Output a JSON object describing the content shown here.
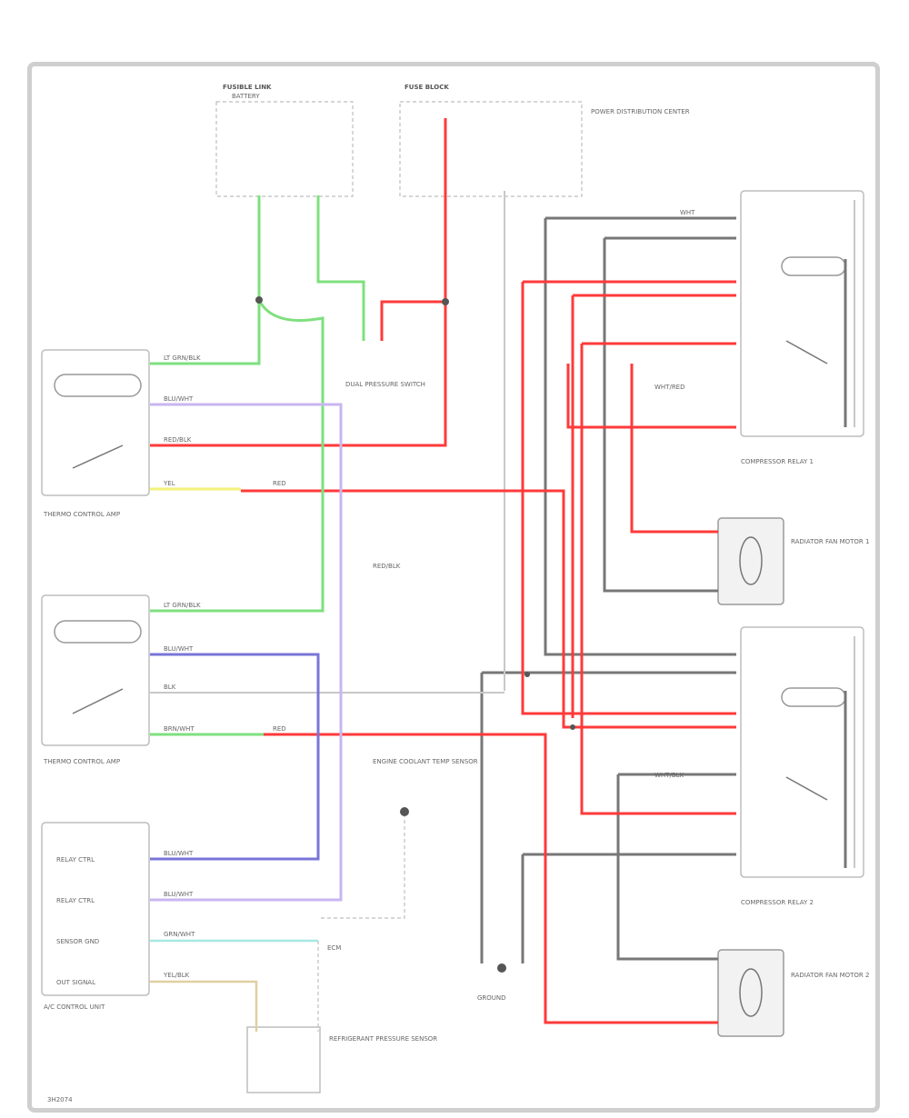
{
  "diagram": {
    "footer_code": "3H2074",
    "labels": {
      "fusible_link": "FUSIBLE LINK",
      "battery": "BATTERY",
      "fuse_block": "FUSE BLOCK",
      "fuse_block_note": "POWER DISTRIBUTION CENTER",
      "dual_pressure_switch": "DUAL PRESSURE SWITCH",
      "compressor_relay_1": "COMPRESSOR RELAY 1",
      "compressor_relay_2": "COMPRESSOR RELAY 2",
      "fan_motor_1": "RADIATOR FAN MOTOR 1",
      "fan_motor_2": "RADIATOR FAN MOTOR 2",
      "thermo_control": "THERMO CONTROL AMP",
      "ac_control": "A/C CONTROL UNIT",
      "ecm": "ECM",
      "coolant_sensor": "ENGINE COOLANT TEMP SENSOR",
      "ground": "GROUND",
      "refrigerant_sensor": "REFRIGERANT PRESSURE SENSOR",
      "pin_relay_ctrl_1": "RELAY CTRL",
      "pin_relay_ctrl_2": "RELAY CTRL",
      "pin_sensor_gnd": "SENSOR GND",
      "pin_out_signal": "OUT SIGNAL",
      "wire_lg_b": "LT GRN/BLK",
      "wire_bl_w": "BLU/WHT",
      "wire_r_b": "RED/BLK",
      "wire_r": "RED",
      "wire_y": "YEL",
      "wire_b": "BLK",
      "wire_br_w": "BRN/WHT",
      "wire_g_w": "GRN/WHT",
      "wire_w": "WHT",
      "wire_y_b": "YEL/BLK",
      "wire_w_r": "WHT/RED",
      "wire_w_b": "WHT/BLK"
    }
  }
}
